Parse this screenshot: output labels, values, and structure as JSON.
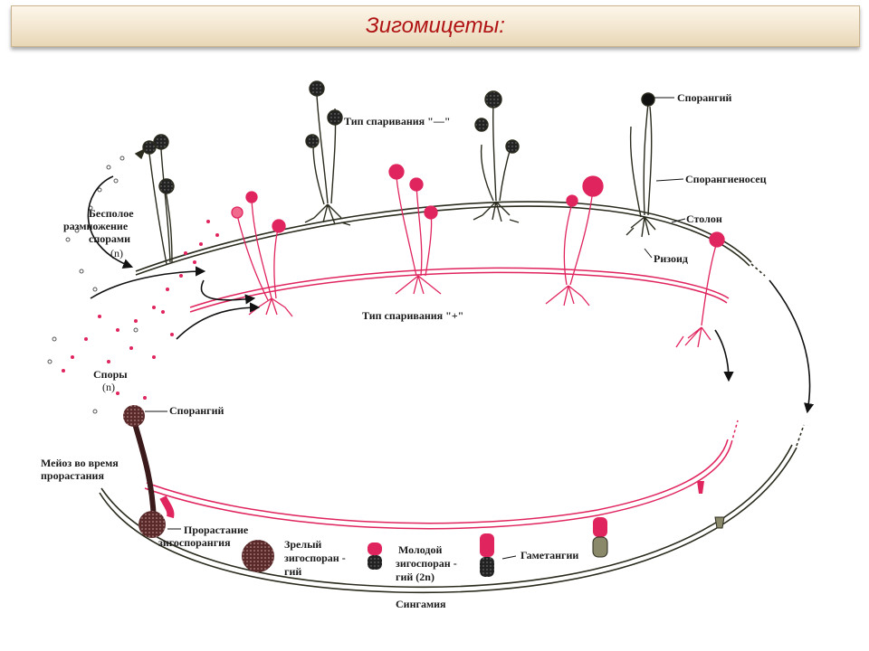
{
  "title": "Зигомицеты:",
  "colors": {
    "title_text": "#b01414",
    "minus_strain": "#2b2b1e",
    "plus_strain": "#e0245e",
    "sporangium_dark": "#5a2a2a"
  },
  "labels": {
    "sporangium_top": "Спорангий",
    "mating_minus": "Тип спаривания \"—\"",
    "sporangiophore": "Спорангиеносец",
    "stolon": "Столон",
    "rhizoid": "Ризоид",
    "asexual_1": "Бесполое",
    "asexual_2": "размножение",
    "asexual_3": "спорами",
    "asexual_n": "(n)",
    "mating_plus": "Тип спаривания \"+\"",
    "spores_1": "Споры",
    "spores_n": "(n)",
    "sporangium_left": "Спорангий",
    "meiosis_1": "Мейоз во время",
    "meiosis_2": "прорастания",
    "germination_1": "Прорастание",
    "germination_2": "зигоспорангия",
    "mature_1": "Зрелый",
    "mature_2": "зигоспоран -",
    "mature_3": "гий",
    "young_1": "Молодой",
    "young_2": "зигоспоран -",
    "young_3": "гий (2n)",
    "gametangia": "Гаметангии",
    "syngamy": "Сингамия"
  }
}
